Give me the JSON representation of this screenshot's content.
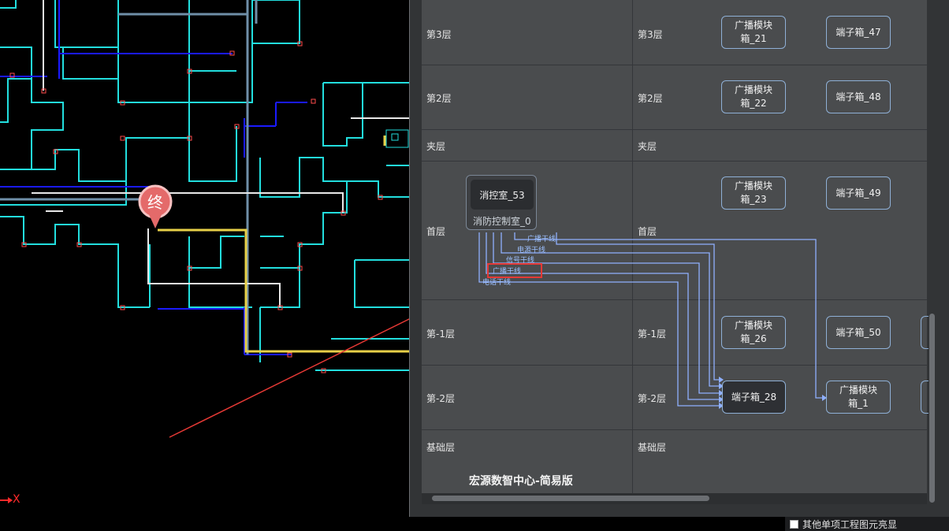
{
  "axis": {
    "x_label": "X"
  },
  "marker": {
    "glyph": "终"
  },
  "floors": [
    {
      "left": "第3层",
      "right": "第3层"
    },
    {
      "left": "第2层",
      "right": "第2层"
    },
    {
      "left": "夹层",
      "right": "夹层"
    },
    {
      "left": "首层",
      "right": "首层"
    },
    {
      "left": "第-1层",
      "right": "第-1层"
    },
    {
      "left": "第-2层",
      "right": "第-2层"
    },
    {
      "left": "基础层",
      "right": "基础层"
    }
  ],
  "nodes": {
    "b21": "广播模块\n箱_21",
    "t47": "端子箱_47",
    "b22": "广播模块\n箱_22",
    "t48": "端子箱_48",
    "b23": "广播模块\n箱_23",
    "t49": "端子箱_49",
    "b26": "广播模块\n箱_26",
    "t50": "端子箱_50",
    "t28": "端子箱_28",
    "b1": "广播模块\n箱_1"
  },
  "room": {
    "inner": "消控室_53",
    "name": "消防控制室_0"
  },
  "wires": [
    "广播干线",
    "电源干线",
    "信号干线",
    "广播干线",
    "电话干线"
  ],
  "title": "宏源数智中心-简易版",
  "status": {
    "checkbox_label": "其他单项工程图元亮显",
    "checked": false
  },
  "colors": {
    "cad_wall": "#22e0e0",
    "cad_blue": "#1a1aff",
    "cad_yellow": "#e8d048",
    "wire": "#8fb0ff",
    "highlight": "#e53935"
  }
}
